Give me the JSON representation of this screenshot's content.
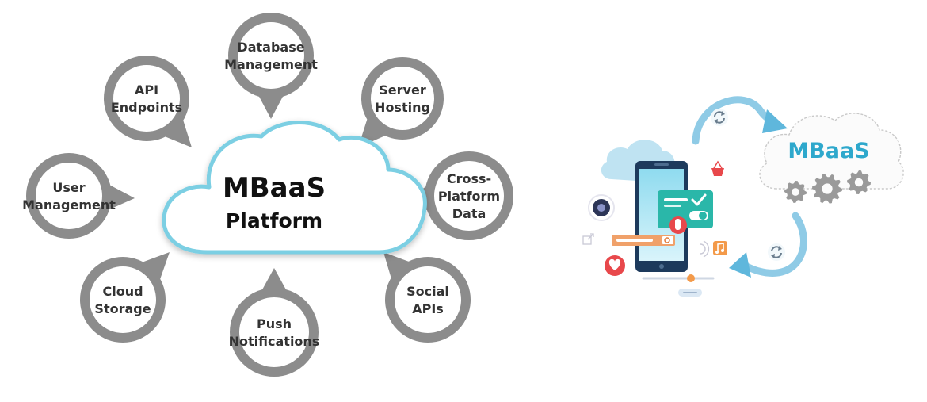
{
  "center": {
    "title": "MBaaS",
    "subtitle": "Platform"
  },
  "nodes": [
    {
      "id": "database-management",
      "lines": [
        "Database",
        "Management"
      ]
    },
    {
      "id": "server-hosting",
      "lines": [
        "Server",
        "Hosting"
      ]
    },
    {
      "id": "cross-platform-data",
      "lines": [
        "Cross-",
        "Platform",
        "Data"
      ]
    },
    {
      "id": "social-apis",
      "lines": [
        "Social",
        "APIs"
      ]
    },
    {
      "id": "push-notifications",
      "lines": [
        "Push",
        "Notifications"
      ]
    },
    {
      "id": "cloud-storage",
      "lines": [
        "Cloud",
        "Storage"
      ]
    },
    {
      "id": "user-management",
      "lines": [
        "User",
        "Management"
      ]
    },
    {
      "id": "api-endpoints",
      "lines": [
        "API",
        "Endpoints"
      ]
    }
  ],
  "illustration": {
    "cloud_label": "MBaaS",
    "icons": [
      "cloud-icon",
      "phone-icon",
      "camera-icon",
      "basket-icon",
      "heart-icon",
      "music-icon",
      "gear-icon",
      "sync-icon",
      "hand-pointer-icon"
    ]
  },
  "colors": {
    "bubble": "#8c8c8c",
    "cloud_stroke": "#7ccfe3",
    "accent_blue": "#2ea8cc",
    "arrow_blue": "#5fb7dc",
    "teal": "#2ab7a9",
    "orange": "#f39a4a",
    "red": "#e8484b"
  }
}
